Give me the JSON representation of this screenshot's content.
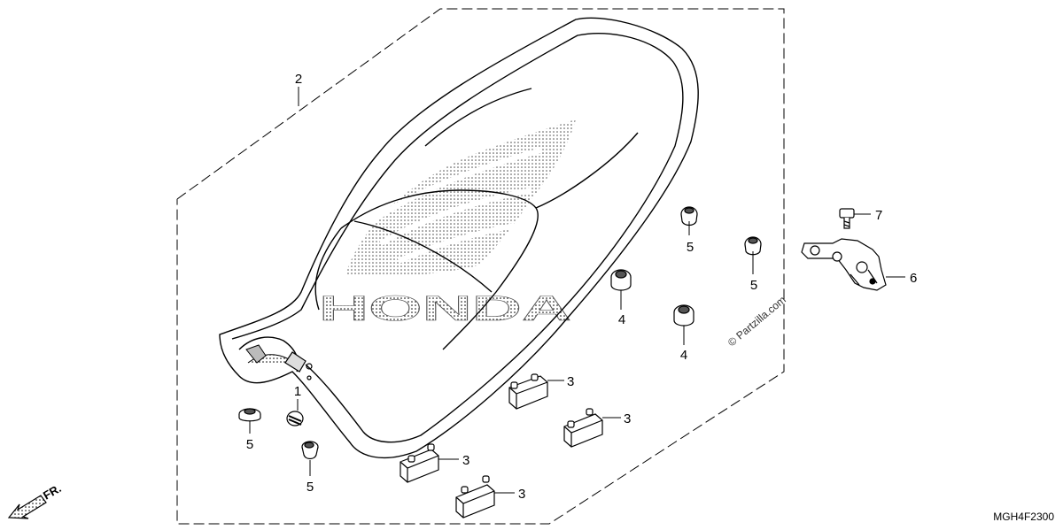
{
  "callouts": {
    "seat": "2",
    "rear_bracket": "1",
    "cushion_left_top": "5",
    "cushion_left_bottom": "5",
    "cushion_center_top": "5",
    "cushion_right": "5",
    "spacer_left": "4",
    "spacer_right": "4",
    "block_a": "3",
    "block_b": "3",
    "block_c": "3",
    "block_d": "3",
    "lock": "6",
    "bolt": "7"
  },
  "direction_label": "FR.",
  "diagram_code": "MGH4F2300",
  "watermark": "© Partzilla.com",
  "logo_text": "HONDA"
}
